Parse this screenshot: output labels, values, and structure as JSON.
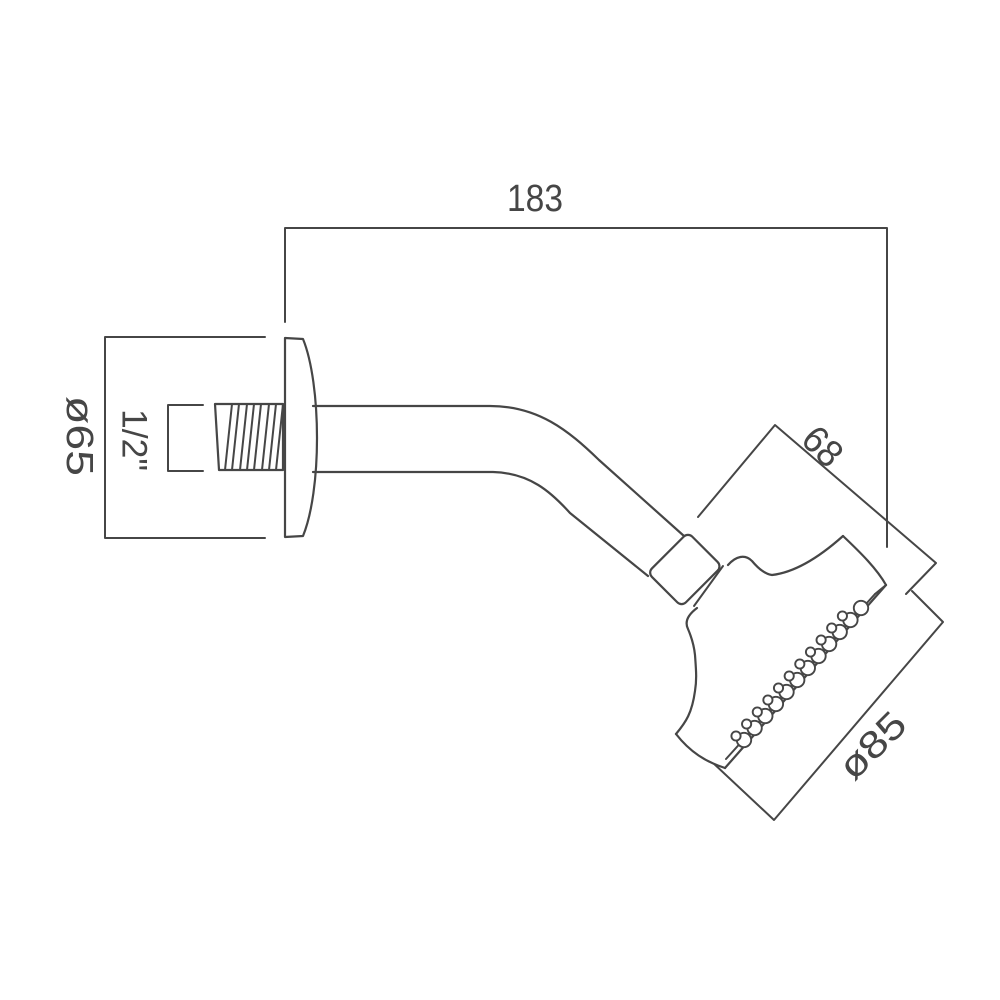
{
  "drawing": {
    "subject": "wall-mounted shower head with shower arm, side elevation",
    "line_color": "#464646",
    "background_color": "#ffffff",
    "dimensions": {
      "arm_projection": {
        "label": "183"
      },
      "flange_diameter": {
        "label": "ø65"
      },
      "thread_size": {
        "label": "1/2\""
      },
      "head_depth": {
        "label": "68"
      },
      "head_diameter": {
        "label": "ø85"
      }
    }
  }
}
